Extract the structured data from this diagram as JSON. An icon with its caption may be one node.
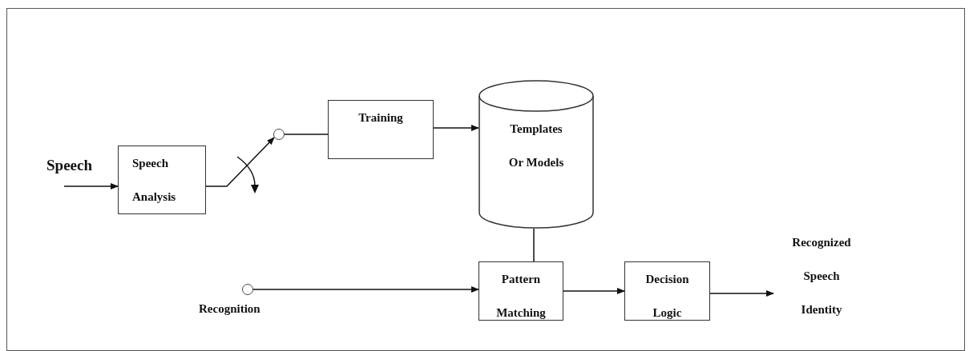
{
  "diagram": {
    "nodes": [
      {
        "text": [
          "Speech Analysis"
        ]
      },
      {
        "text": [],
        "shape": "circle"
      },
      {
        "text": [
          "Training"
        ]
      },
      {
        "text": [
          "Templates Or Models"
        ]
      },
      {
        "text": [],
        "shape": "circle",
        "beside": [
          "Recognition"
        ]
      },
      {
        "text": [
          "Pattern Matching"
        ]
      },
      {
        "text": [
          "Decision Logic"
        ]
      },
      {
        "text": [
          "Recognized Speech Identity"
        ]
      }
    ],
    "edges": [
      {
        "from": null,
        "to": 0,
        "arrow": "to",
        "label": "Speech"
      },
      {
        "from": 0,
        "to": 1,
        "arrow": "to"
      },
      {
        "from": 1,
        "to": 2,
        "arrow": "none"
      },
      {
        "from": 2,
        "to": 3,
        "arrow": "to"
      },
      {
        "from": 3,
        "to": 5,
        "arrow": "none"
      },
      {
        "from": 4,
        "to": 5,
        "arrow": "to"
      },
      {
        "from": 5,
        "to": 6,
        "arrow": "to"
      },
      {
        "from": 6,
        "to": 7,
        "arrow": "to"
      }
    ]
  }
}
